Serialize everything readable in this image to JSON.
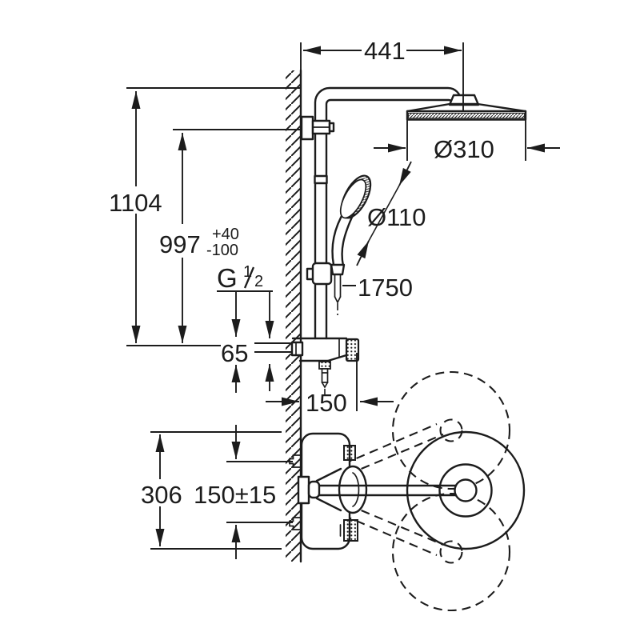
{
  "drawing": {
    "type": "technical-dimension-drawing",
    "subject": "wall-mounted shower system with head shower, hand shower and thermostat",
    "colors": {
      "ink": "#1c1c1c",
      "background": "#ffffff"
    },
    "labels": {
      "dim_arm_reach": "441",
      "dim_head_diameter": "Ø310",
      "dim_hand_diameter": "Ø110",
      "dim_height_total": "1104",
      "dim_height_rail": "997",
      "tol_plus": "+40",
      "tol_minus": "-100",
      "thread_g": "G",
      "thread_numerator": "1",
      "thread_denominator": "2",
      "thread_full": "G 1/2",
      "dim_hose_length": "1750",
      "dim_valve_height": "65",
      "dim_valve_depth": "150",
      "dim_body_span": "306",
      "dim_inlet_spacing": "150±15"
    }
  }
}
